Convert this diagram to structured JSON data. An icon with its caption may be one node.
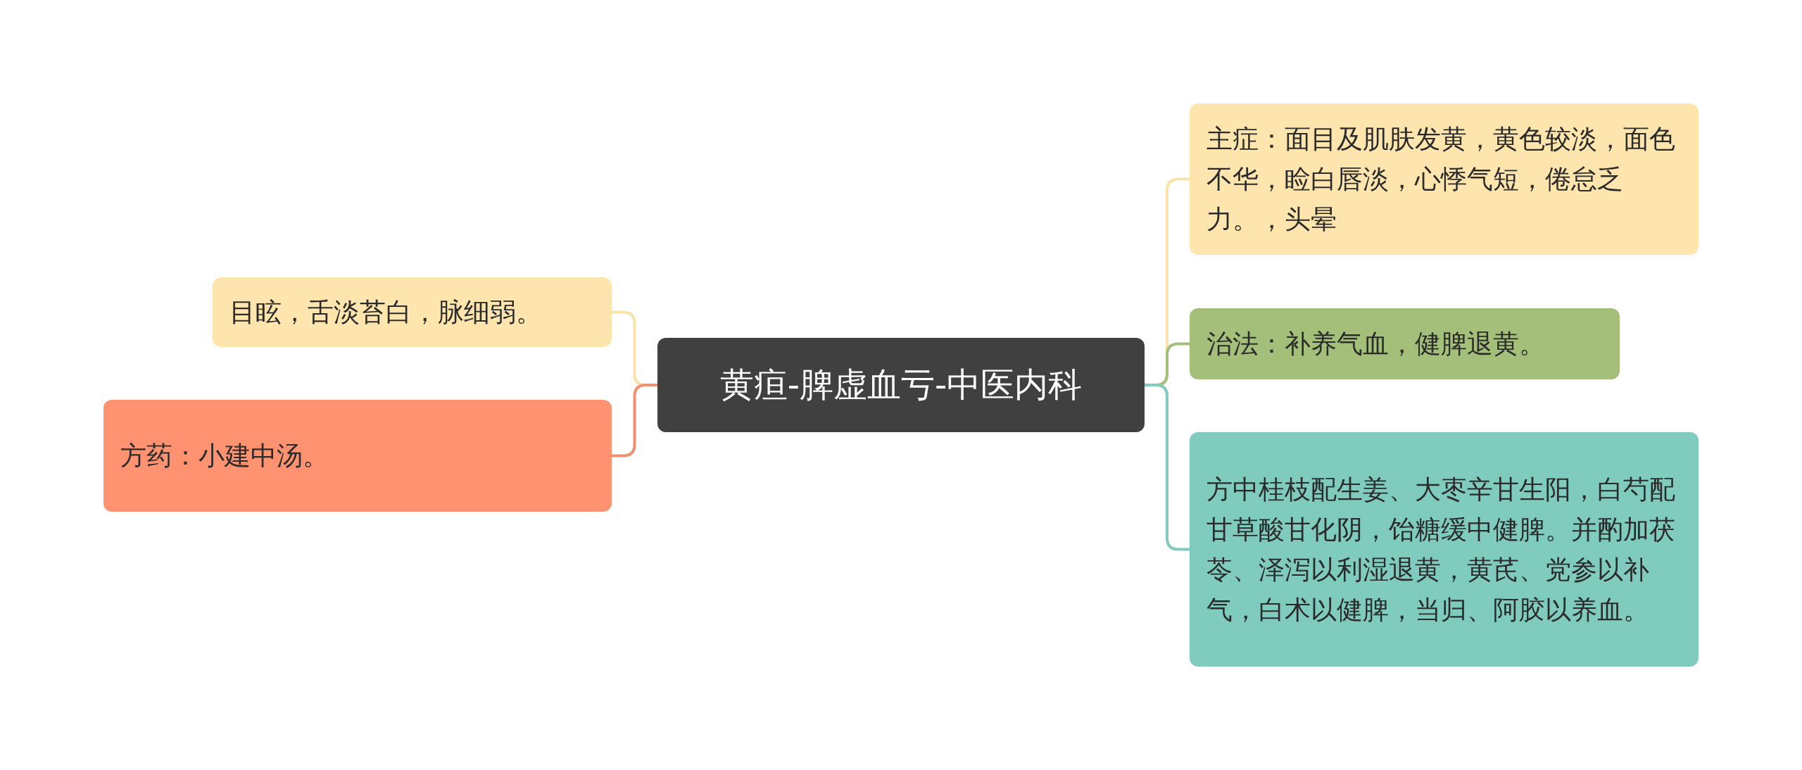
{
  "diagram": {
    "nodes": [
      {
        "text": [
          "黄疸-脾虚血亏-中医内科"
        ]
      },
      {
        "text": [
          "目眩，舌淡苔白，脉细弱。"
        ]
      },
      {
        "text": [
          "方药：小建中汤。"
        ]
      },
      {
        "text": [
          "主症：面目及肌肤发黄，黄色较淡，面色不华，睑白唇淡，心悸气短，倦怠乏力。，头晕"
        ]
      },
      {
        "text": [
          "治法：补养气血，健脾退黄。"
        ]
      },
      {
        "text": [
          "方中桂枝配生姜、大枣辛甘生阳，白芍配甘草酸甘化阴，饴糖缓中健脾。并酌加茯苓、泽泻以利湿退黄，黄芪、党参以补气，白术以健脾，当归、阿胶以养血。"
        ]
      }
    ],
    "edges": [
      {
        "from": 0,
        "to": 1,
        "arrow": "none",
        "color": "#f9e3a9"
      },
      {
        "from": 0,
        "to": 2,
        "arrow": "none",
        "color": "#f2916f"
      },
      {
        "from": 0,
        "to": 3,
        "arrow": "none",
        "color": "#f9e3a9"
      },
      {
        "from": 0,
        "to": 4,
        "arrow": "none",
        "color": "#a4bf7a"
      },
      {
        "from": 0,
        "to": 5,
        "arrow": "none",
        "color": "#7fcbbd"
      }
    ]
  }
}
